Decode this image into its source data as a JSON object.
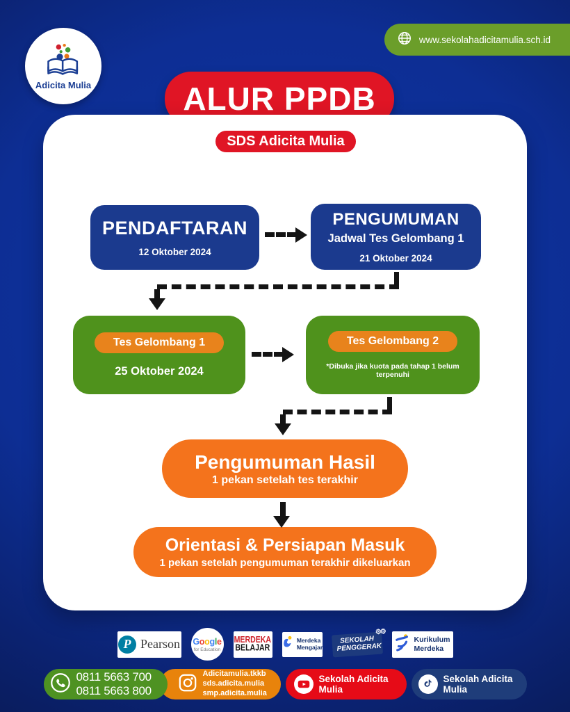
{
  "website": {
    "url": "www.sekolahadicitamulia.sch.id"
  },
  "school_logo": {
    "name": "Adicita Mulia"
  },
  "header": {
    "title": "ALUR PPDB",
    "school": "SDS Adicita Mulia"
  },
  "flow": {
    "pendaftaran": {
      "title": "PENDAFTARAN",
      "date": "12 Oktober 2024"
    },
    "pengumuman": {
      "title": "PENGUMUMAN",
      "subtitle": "Jadwal Tes Gelombang 1",
      "date": "21 Oktober 2024"
    },
    "tes_gelombang_1": {
      "label": "Tes Gelombang 1",
      "date": "25 Oktober 2024"
    },
    "tes_gelombang_2": {
      "label": "Tes Gelombang 2",
      "note": "*Dibuka jika kuota pada tahap 1 belum terpenuhi"
    },
    "pengumuman_hasil": {
      "title": "Pengumuman Hasil",
      "subtitle": "1 pekan setelah tes terakhir"
    },
    "orientasi": {
      "title": "Orientasi & Persiapan Masuk",
      "subtitle": "1 pekan setelah pengumuman terakhir dikeluarkan"
    }
  },
  "partners": {
    "pearson": {
      "name": "Pearson",
      "initial": "P"
    },
    "google": {
      "name": "Google",
      "tagline": "for Education",
      "letter_colors": [
        "#4285F4",
        "#EA4335",
        "#FBBC05",
        "#4285F4",
        "#34A853",
        "#EA4335"
      ]
    },
    "merdeka_belajar": {
      "line1": "MERDEKA",
      "line2": "BELAJAR"
    },
    "merdeka_mengajar": {
      "line1": "Merdeka",
      "line2": "Mengajar"
    },
    "sekolah_penggerak": {
      "line1": "SEKOLAH",
      "line2": "PENGGERAK",
      "gears": "⚙⚙"
    },
    "kurikulum_merdeka": {
      "line1": "Kurikulum",
      "line2": "Merdeka"
    }
  },
  "contacts": {
    "whatsapp": {
      "lines": [
        "0811 5663 700",
        "0811 5663 800"
      ]
    },
    "instagram": {
      "lines": [
        "Adicitamulia.tkkb",
        "sds.adicita.mulia",
        "smp.adicita.mulia"
      ]
    },
    "youtube": {
      "label": "Sekolah Adicita Mulia"
    },
    "tiktok": {
      "label": "Sekolah Adicita Mulia"
    }
  },
  "colors": {
    "background_center": "#0f35a2",
    "background_edge": "#0a1a4c",
    "red": "#e01525",
    "navy_box": "#1b3a8e",
    "green_box": "#4f921c",
    "orange_pill_small": "#e8831c",
    "orange_pill_large": "#f4731c",
    "website_pill_green": "#6b9e2a",
    "whatsapp_green": "#4e9222",
    "instagram_orange": "#e8830b",
    "youtube_red": "#e60b17",
    "tiktok_navy": "#1f3d7a",
    "connector_black": "#141414"
  }
}
